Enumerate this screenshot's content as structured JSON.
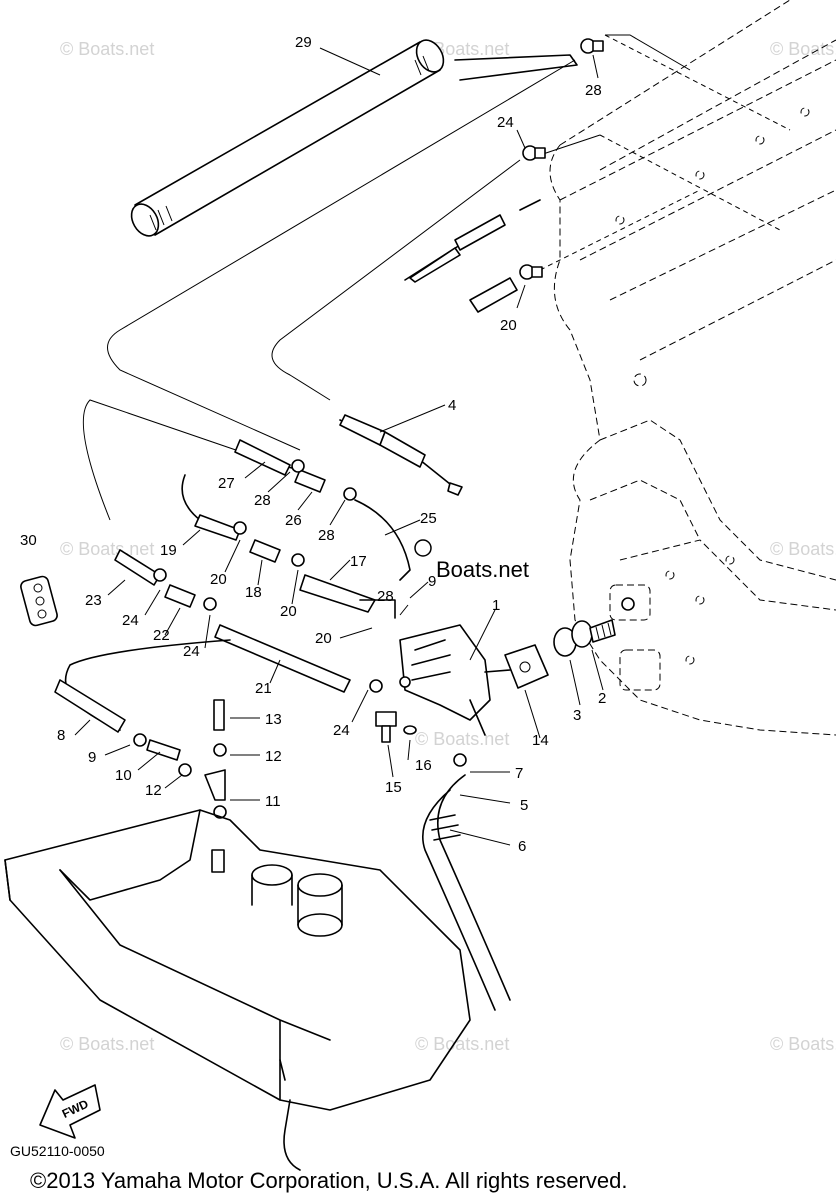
{
  "diagram": {
    "watermarks": [
      "© Boats.net",
      "© Boats.net",
      "© Boats.net",
      "© Boats.net",
      "© Boats.net",
      "© Boats.net",
      "© Boats.net",
      "© Boats.net",
      "© Boats.net"
    ],
    "center_watermark": "Boats.net",
    "callouts": [
      "29",
      "28",
      "24",
      "20",
      "4",
      "27",
      "28",
      "26",
      "28",
      "25",
      "19",
      "20",
      "18",
      "20",
      "17",
      "9",
      "30",
      "23",
      "24",
      "22",
      "24",
      "20",
      "28",
      "1",
      "2",
      "3",
      "14",
      "21",
      "8",
      "13",
      "24",
      "9",
      "10",
      "12",
      "12",
      "11",
      "16",
      "15",
      "7",
      "5",
      "6"
    ],
    "fwd_label": "FWD"
  },
  "footer": {
    "diagram_code": "GU52110-0050",
    "copyright": "©2013 Yamaha Motor Corporation, U.S.A. All rights reserved."
  }
}
